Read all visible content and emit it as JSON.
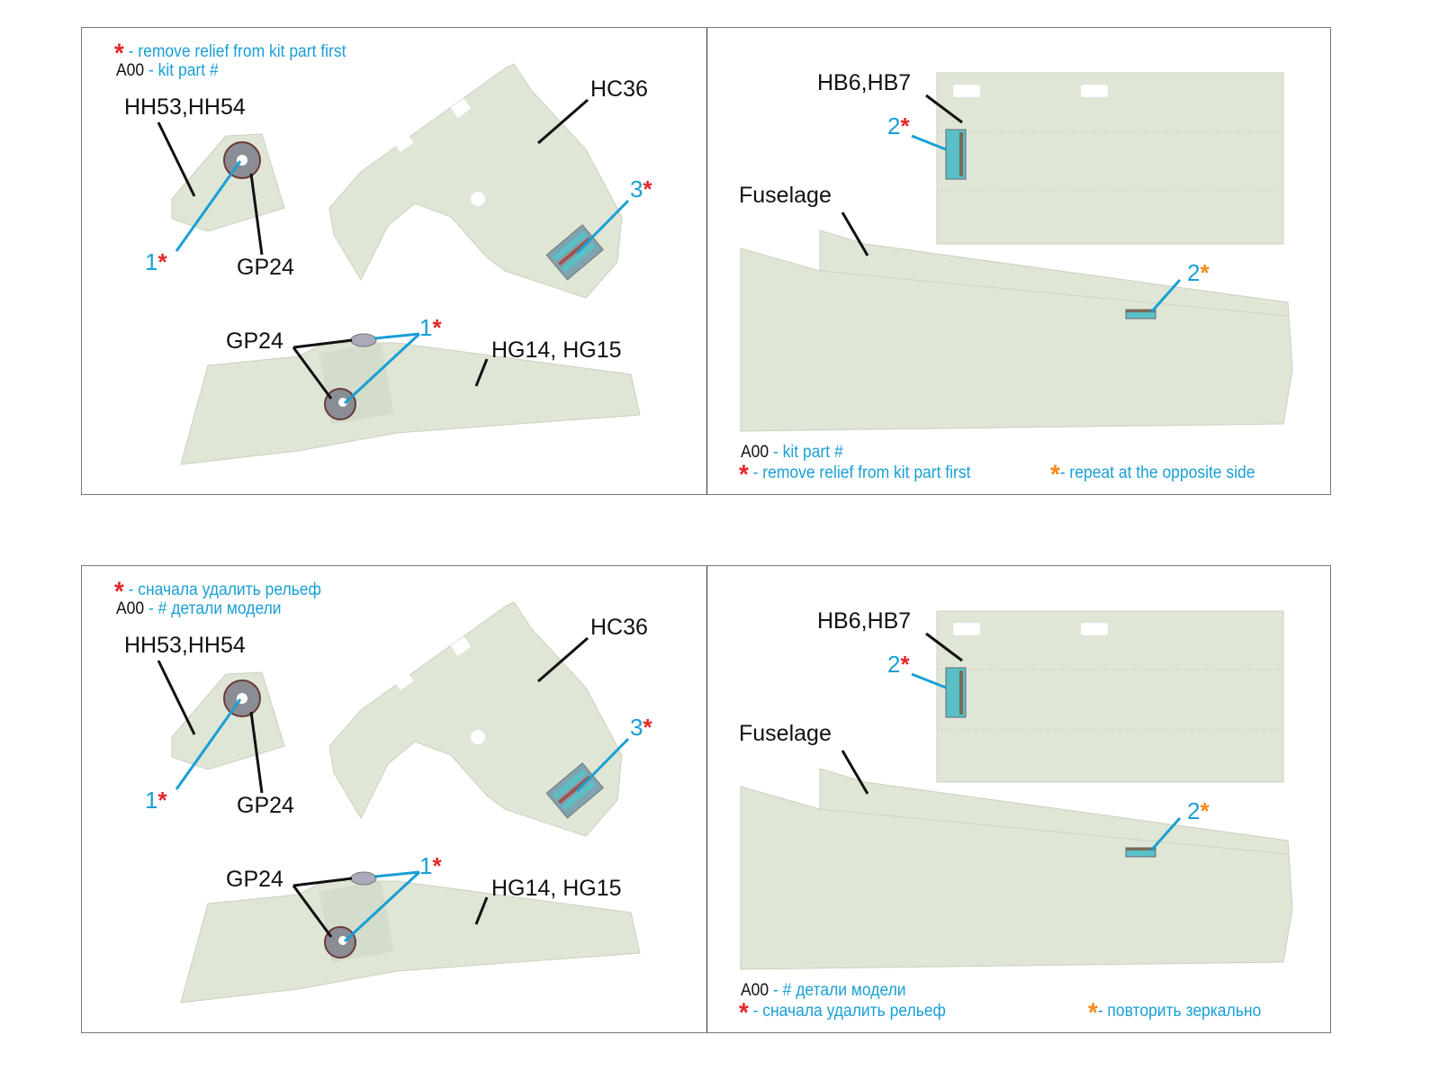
{
  "colors": {
    "accent": "#1a9fd4",
    "red_star": "#e4262a",
    "orange_star": "#f28a1b",
    "part": "#dfe6d6"
  },
  "star": "*",
  "part_code": "A00",
  "labels": {
    "hh53": "HH53,HH54",
    "hc36": "HC36",
    "gp24": "GP24",
    "hg14": "HG14, HG15",
    "hb6": "HB6,HB7",
    "fuselage": "Fuselage",
    "n1": "1",
    "n2": "2",
    "n3": "3"
  },
  "en": {
    "remove_relief": "- remove relief from kit part first",
    "kit_part": "- kit part #",
    "repeat_opposite": "- repeat at the opposite side"
  },
  "ru": {
    "remove_relief": "- сначала удалить рельеф",
    "kit_part": "- # детали модели",
    "repeat_opposite": "- повторить зеркально"
  }
}
